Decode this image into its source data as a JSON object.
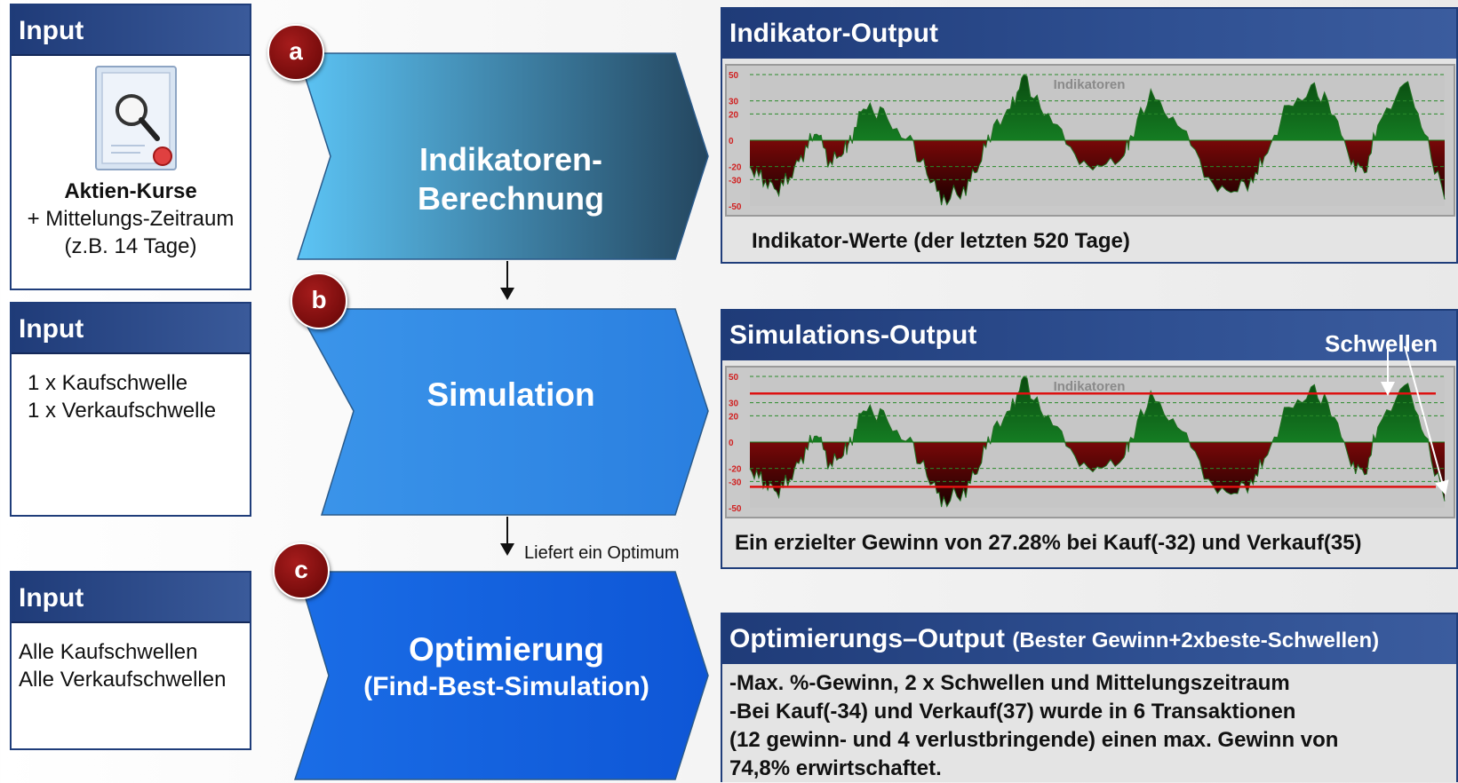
{
  "input_a": {
    "header": "Input",
    "title": "Aktien-Kurse",
    "line2": "+ Mittelungs-Zeitraum",
    "line3": "(z.B. 14 Tage)",
    "icon": "certificate-magnifier-icon"
  },
  "input_b": {
    "header": "Input",
    "line1": "1 x Kaufschwelle",
    "line2": "1 x Verkaufschwelle"
  },
  "input_c": {
    "header": "Input",
    "line1": "Alle Kaufschwellen",
    "line2": "Alle Verkaufschwellen"
  },
  "steps": [
    {
      "marker": "a",
      "line1": "Indikatoren-",
      "line2": "Berechnung"
    },
    {
      "marker": "b",
      "line1": "Simulation"
    },
    {
      "marker": "c",
      "line1": "Optimierung",
      "line2": "(Find-Best-Simulation)"
    }
  ],
  "arrow_note": "Liefert ein Optimum",
  "output_a": {
    "header": "Indikator-Output",
    "chart_title": "Indikatoren",
    "caption": "Indikator-Werte (der letzten 520 Tage)"
  },
  "output_b": {
    "header": "Simulations-Output",
    "annotation": "Schwellen",
    "chart_title": "Indikatoren",
    "caption": "Ein erzielter Gewinn von 27.28% bei Kauf(-32) und Verkauf(35)"
  },
  "output_c": {
    "header": "Optimierungs–Output",
    "header_sub": "(Bester Gewinn+2xbeste-Schwellen)",
    "lines": [
      "-Max. %-Gewinn, 2 x Schwellen und Mittelungszeitraum",
      "-Bei Kauf(-34) und Verkauf(37) wurde in 6 Transaktionen",
      "(12 gewinn- und 4 verlustbringende) einen max. Gewinn von",
      "74,8% erwirtschaftet."
    ]
  },
  "colors": {
    "header_blue": "#1f3b78",
    "marker_red": "#7a0d0d",
    "chevron_a_start": "#5cc4f5",
    "chevron_a_end": "#24465f",
    "chevron_b": "#3a8fe8",
    "chevron_c": "#1463e0",
    "positive": "#1fae35",
    "negative": "#d81010",
    "threshold": "#dd1111"
  },
  "chart_data": [
    {
      "type": "area",
      "title": "Indikatoren",
      "y_ticks": [
        50,
        30,
        20,
        0,
        -20,
        -30,
        -50
      ],
      "ylim": [
        -50,
        50
      ],
      "x_range": [
        0,
        520
      ],
      "guides": [
        30,
        20,
        -20,
        -30
      ],
      "x": [
        0,
        10,
        20,
        30,
        40,
        50,
        60,
        70,
        75,
        85,
        100,
        120,
        135,
        145,
        160,
        170,
        180,
        195,
        205,
        220,
        240,
        260,
        280,
        285,
        300,
        320,
        340,
        360,
        375,
        385,
        400,
        420,
        435,
        450,
        460,
        470,
        490,
        505,
        520
      ],
      "values": [
        -20,
        -30,
        -38,
        -28,
        -10,
        8,
        -18,
        -8,
        0,
        25,
        20,
        0,
        -30,
        -45,
        -38,
        -22,
        5,
        25,
        48,
        20,
        -5,
        -25,
        -10,
        3,
        35,
        15,
        -25,
        -40,
        -30,
        -15,
        20,
        42,
        25,
        -15,
        -25,
        10,
        48,
        5,
        -45
      ]
    },
    {
      "type": "area",
      "title": "Indikatoren",
      "y_ticks": [
        50,
        30,
        20,
        0,
        -20,
        -30,
        -50
      ],
      "ylim": [
        -50,
        50
      ],
      "x_range": [
        0,
        520
      ],
      "guides": [
        30,
        20,
        -20,
        -30
      ],
      "thresholds": [
        {
          "name": "Verkauf",
          "value": 37
        },
        {
          "name": "Kauf",
          "value": -34
        }
      ],
      "x": [
        0,
        10,
        20,
        30,
        40,
        50,
        60,
        70,
        75,
        85,
        100,
        120,
        135,
        145,
        160,
        170,
        180,
        195,
        205,
        220,
        240,
        260,
        280,
        285,
        300,
        320,
        340,
        360,
        375,
        385,
        400,
        420,
        435,
        450,
        460,
        470,
        490,
        505,
        520
      ],
      "values": [
        -20,
        -30,
        -38,
        -28,
        -10,
        8,
        -18,
        -8,
        0,
        25,
        20,
        0,
        -30,
        -45,
        -38,
        -22,
        5,
        25,
        48,
        20,
        -5,
        -25,
        -10,
        3,
        35,
        15,
        -25,
        -40,
        -30,
        -15,
        20,
        42,
        25,
        -15,
        -25,
        10,
        48,
        5,
        -45
      ]
    }
  ]
}
